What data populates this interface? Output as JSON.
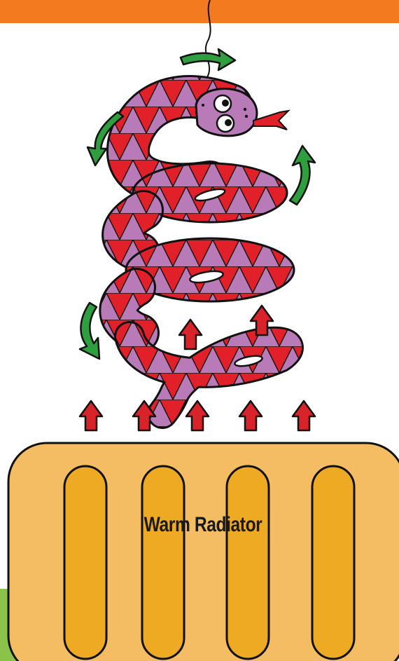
{
  "colors": {
    "top_bar": "#f47a20",
    "green_corner": "#8bc34a",
    "snake_body": "#b87bb8",
    "snake_pattern": "#e2202a",
    "tongue": "#e2202a",
    "heat_arrows": "#d8232a",
    "circulation_arrows": "#2e9e3e",
    "radiator_body": "#f4bd63",
    "radiator_fins": "#eeaa22",
    "outline": "#111111"
  },
  "icons": [
    "string",
    "snake",
    "heat-arrow",
    "circulation-arrow",
    "radiator"
  ],
  "radiator": {
    "label": "Warm Radiator",
    "fin_count": 4
  },
  "heat_arrows_count": 7,
  "circulation_arrows_count": 4
}
